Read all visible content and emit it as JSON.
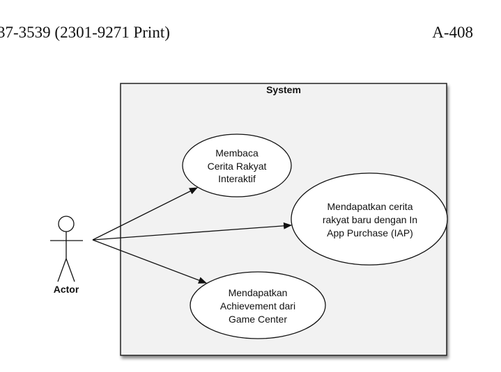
{
  "header": {
    "left_text": "37-3539 (2301-9271 Print)",
    "right_text": "A-408"
  },
  "diagram": {
    "system_label": "System",
    "actor_label": "Actor",
    "use_cases": [
      {
        "lines": [
          "Membaca",
          "Cerita Rakyat",
          "Interaktif"
        ]
      },
      {
        "lines": [
          "Mendapatkan cerita",
          "rakyat baru dengan In",
          "App Purchase (IAP)"
        ]
      },
      {
        "lines": [
          "Mendapatkan",
          "Achievement dari",
          "Game Center"
        ]
      }
    ],
    "colors": {
      "system_fill": "#f2f2f2",
      "stroke": "#111111"
    }
  }
}
